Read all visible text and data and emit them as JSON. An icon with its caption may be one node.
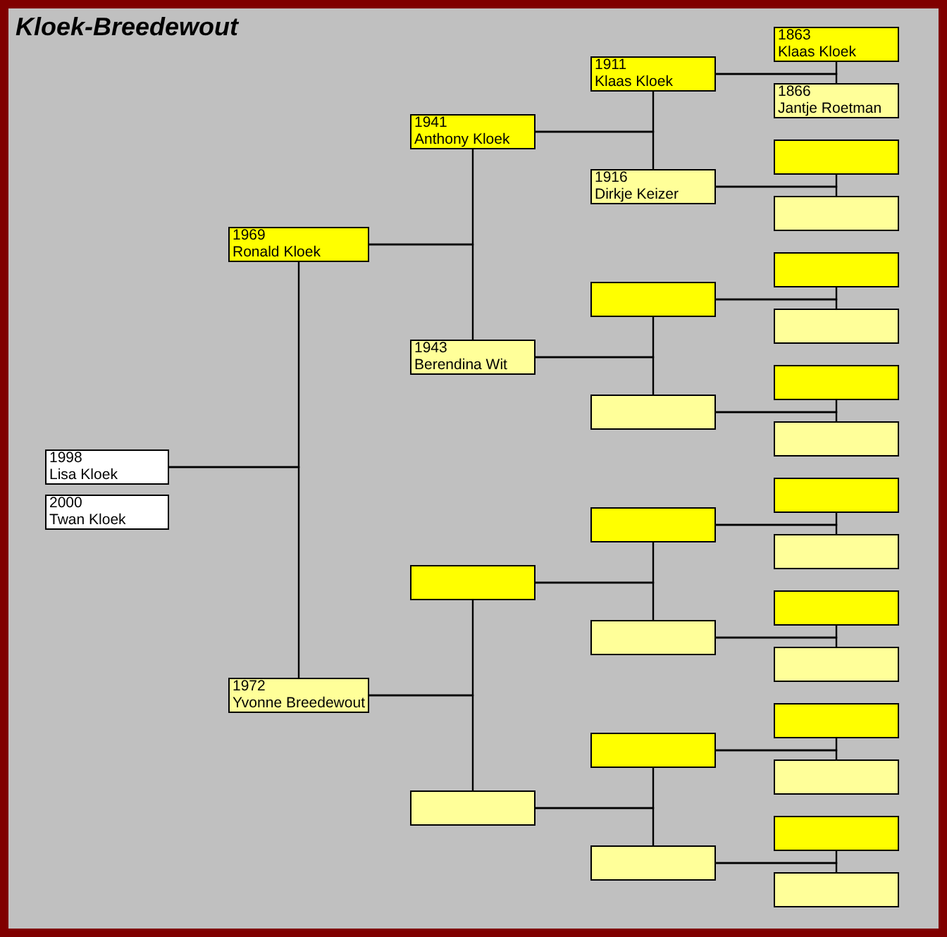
{
  "diagram": {
    "title": "Kloek-Breedewout",
    "nodes": [
      {
        "text": [
          "1998",
          "Lisa Kloek"
        ]
      },
      {
        "text": [
          "2000",
          "Twan Kloek"
        ]
      },
      {
        "text": [
          "1969",
          "Ronald Kloek"
        ]
      },
      {
        "text": [
          "1972",
          "Yvonne Breedewout"
        ]
      },
      {
        "text": [
          "1941",
          "Anthony Kloek"
        ]
      },
      {
        "text": [
          "1943",
          "Berendina Wit"
        ]
      },
      {
        "text": [],
        "shape": "box"
      },
      {
        "text": [],
        "shape": "box"
      },
      {
        "text": [
          "1911",
          "Klaas Kloek"
        ]
      },
      {
        "text": [
          "1916",
          "Dirkje Keizer"
        ]
      },
      {
        "text": [],
        "shape": "box"
      },
      {
        "text": [],
        "shape": "box"
      },
      {
        "text": [],
        "shape": "box"
      },
      {
        "text": [],
        "shape": "box"
      },
      {
        "text": [],
        "shape": "box"
      },
      {
        "text": [],
        "shape": "box"
      },
      {
        "text": [
          "1863",
          "Klaas Kloek"
        ]
      },
      {
        "text": [
          "1866",
          "Jantje Roetman"
        ]
      },
      {
        "text": [],
        "shape": "box"
      },
      {
        "text": [],
        "shape": "box"
      },
      {
        "text": [],
        "shape": "box"
      },
      {
        "text": [],
        "shape": "box"
      },
      {
        "text": [],
        "shape": "box"
      },
      {
        "text": [],
        "shape": "box"
      },
      {
        "text": [],
        "shape": "box"
      },
      {
        "text": [],
        "shape": "box"
      },
      {
        "text": [],
        "shape": "box"
      },
      {
        "text": [],
        "shape": "box"
      },
      {
        "text": [],
        "shape": "box"
      },
      {
        "text": [],
        "shape": "box"
      },
      {
        "text": [],
        "shape": "box"
      },
      {
        "text": [],
        "shape": "box"
      }
    ],
    "edges": [
      {
        "from": 0,
        "to": 2,
        "arrow": "none"
      },
      {
        "from": 0,
        "to": 3,
        "arrow": "none"
      },
      {
        "from": 2,
        "to": 4,
        "arrow": "none"
      },
      {
        "from": 2,
        "to": 5,
        "arrow": "none"
      },
      {
        "from": 3,
        "to": 6,
        "arrow": "none"
      },
      {
        "from": 3,
        "to": 7,
        "arrow": "none"
      },
      {
        "from": 4,
        "to": 8,
        "arrow": "none"
      },
      {
        "from": 4,
        "to": 9,
        "arrow": "none"
      },
      {
        "from": 5,
        "to": 10,
        "arrow": "none"
      },
      {
        "from": 5,
        "to": 11,
        "arrow": "none"
      },
      {
        "from": 6,
        "to": 12,
        "arrow": "none"
      },
      {
        "from": 6,
        "to": 13,
        "arrow": "none"
      },
      {
        "from": 7,
        "to": 14,
        "arrow": "none"
      },
      {
        "from": 7,
        "to": 15,
        "arrow": "none"
      },
      {
        "from": 8,
        "to": 16,
        "arrow": "none"
      },
      {
        "from": 8,
        "to": 17,
        "arrow": "none"
      },
      {
        "from": 9,
        "to": 18,
        "arrow": "none"
      },
      {
        "from": 9,
        "to": 19,
        "arrow": "none"
      },
      {
        "from": 10,
        "to": 20,
        "arrow": "none"
      },
      {
        "from": 10,
        "to": 21,
        "arrow": "none"
      },
      {
        "from": 11,
        "to": 22,
        "arrow": "none"
      },
      {
        "from": 11,
        "to": 23,
        "arrow": "none"
      },
      {
        "from": 12,
        "to": 24,
        "arrow": "none"
      },
      {
        "from": 12,
        "to": 25,
        "arrow": "none"
      },
      {
        "from": 13,
        "to": 26,
        "arrow": "none"
      },
      {
        "from": 13,
        "to": 27,
        "arrow": "none"
      },
      {
        "from": 14,
        "to": 28,
        "arrow": "none"
      },
      {
        "from": 14,
        "to": 29,
        "arrow": "none"
      },
      {
        "from": 15,
        "to": 30,
        "arrow": "none"
      },
      {
        "from": 15,
        "to": 31,
        "arrow": "none"
      }
    ]
  }
}
